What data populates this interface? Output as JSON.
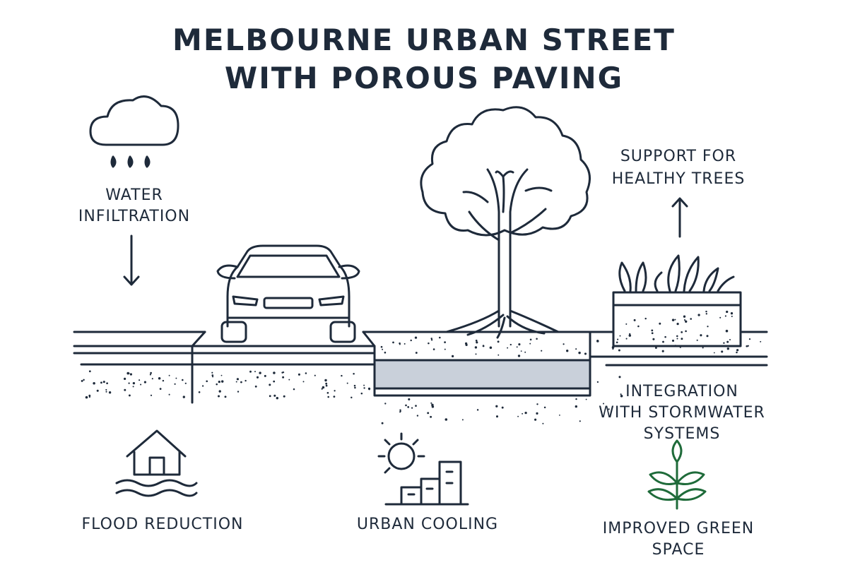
{
  "title": {
    "line1": "MELBOURNE URBAN STREET",
    "line2": "WITH POROUS PAVING"
  },
  "labels": {
    "water_infiltration": [
      "WATER",
      "INFILTRATION"
    ],
    "healthy_trees": [
      "SUPPORT FOR",
      "HEALTHY TREES"
    ],
    "stormwater": [
      "INTEGRATION",
      "WITH STORMWATER",
      "SYSTEMS"
    ],
    "flood_reduction": "FLOOD REDUCTION",
    "urban_cooling": "URBAN COOLING",
    "green_space": [
      "IMPROVED GREEN",
      "SPACE"
    ]
  },
  "colors": {
    "ink": "#1e2a3a",
    "storage_layer": "#c9d0da",
    "green_icon": "#1f6b3a"
  },
  "icons": [
    "cloud-rain-icon",
    "arrow-down-icon",
    "arrow-up-icon",
    "car-icon",
    "tree-icon",
    "planter-icon",
    "house-flood-icon",
    "sun-city-icon",
    "sprout-icon"
  ]
}
